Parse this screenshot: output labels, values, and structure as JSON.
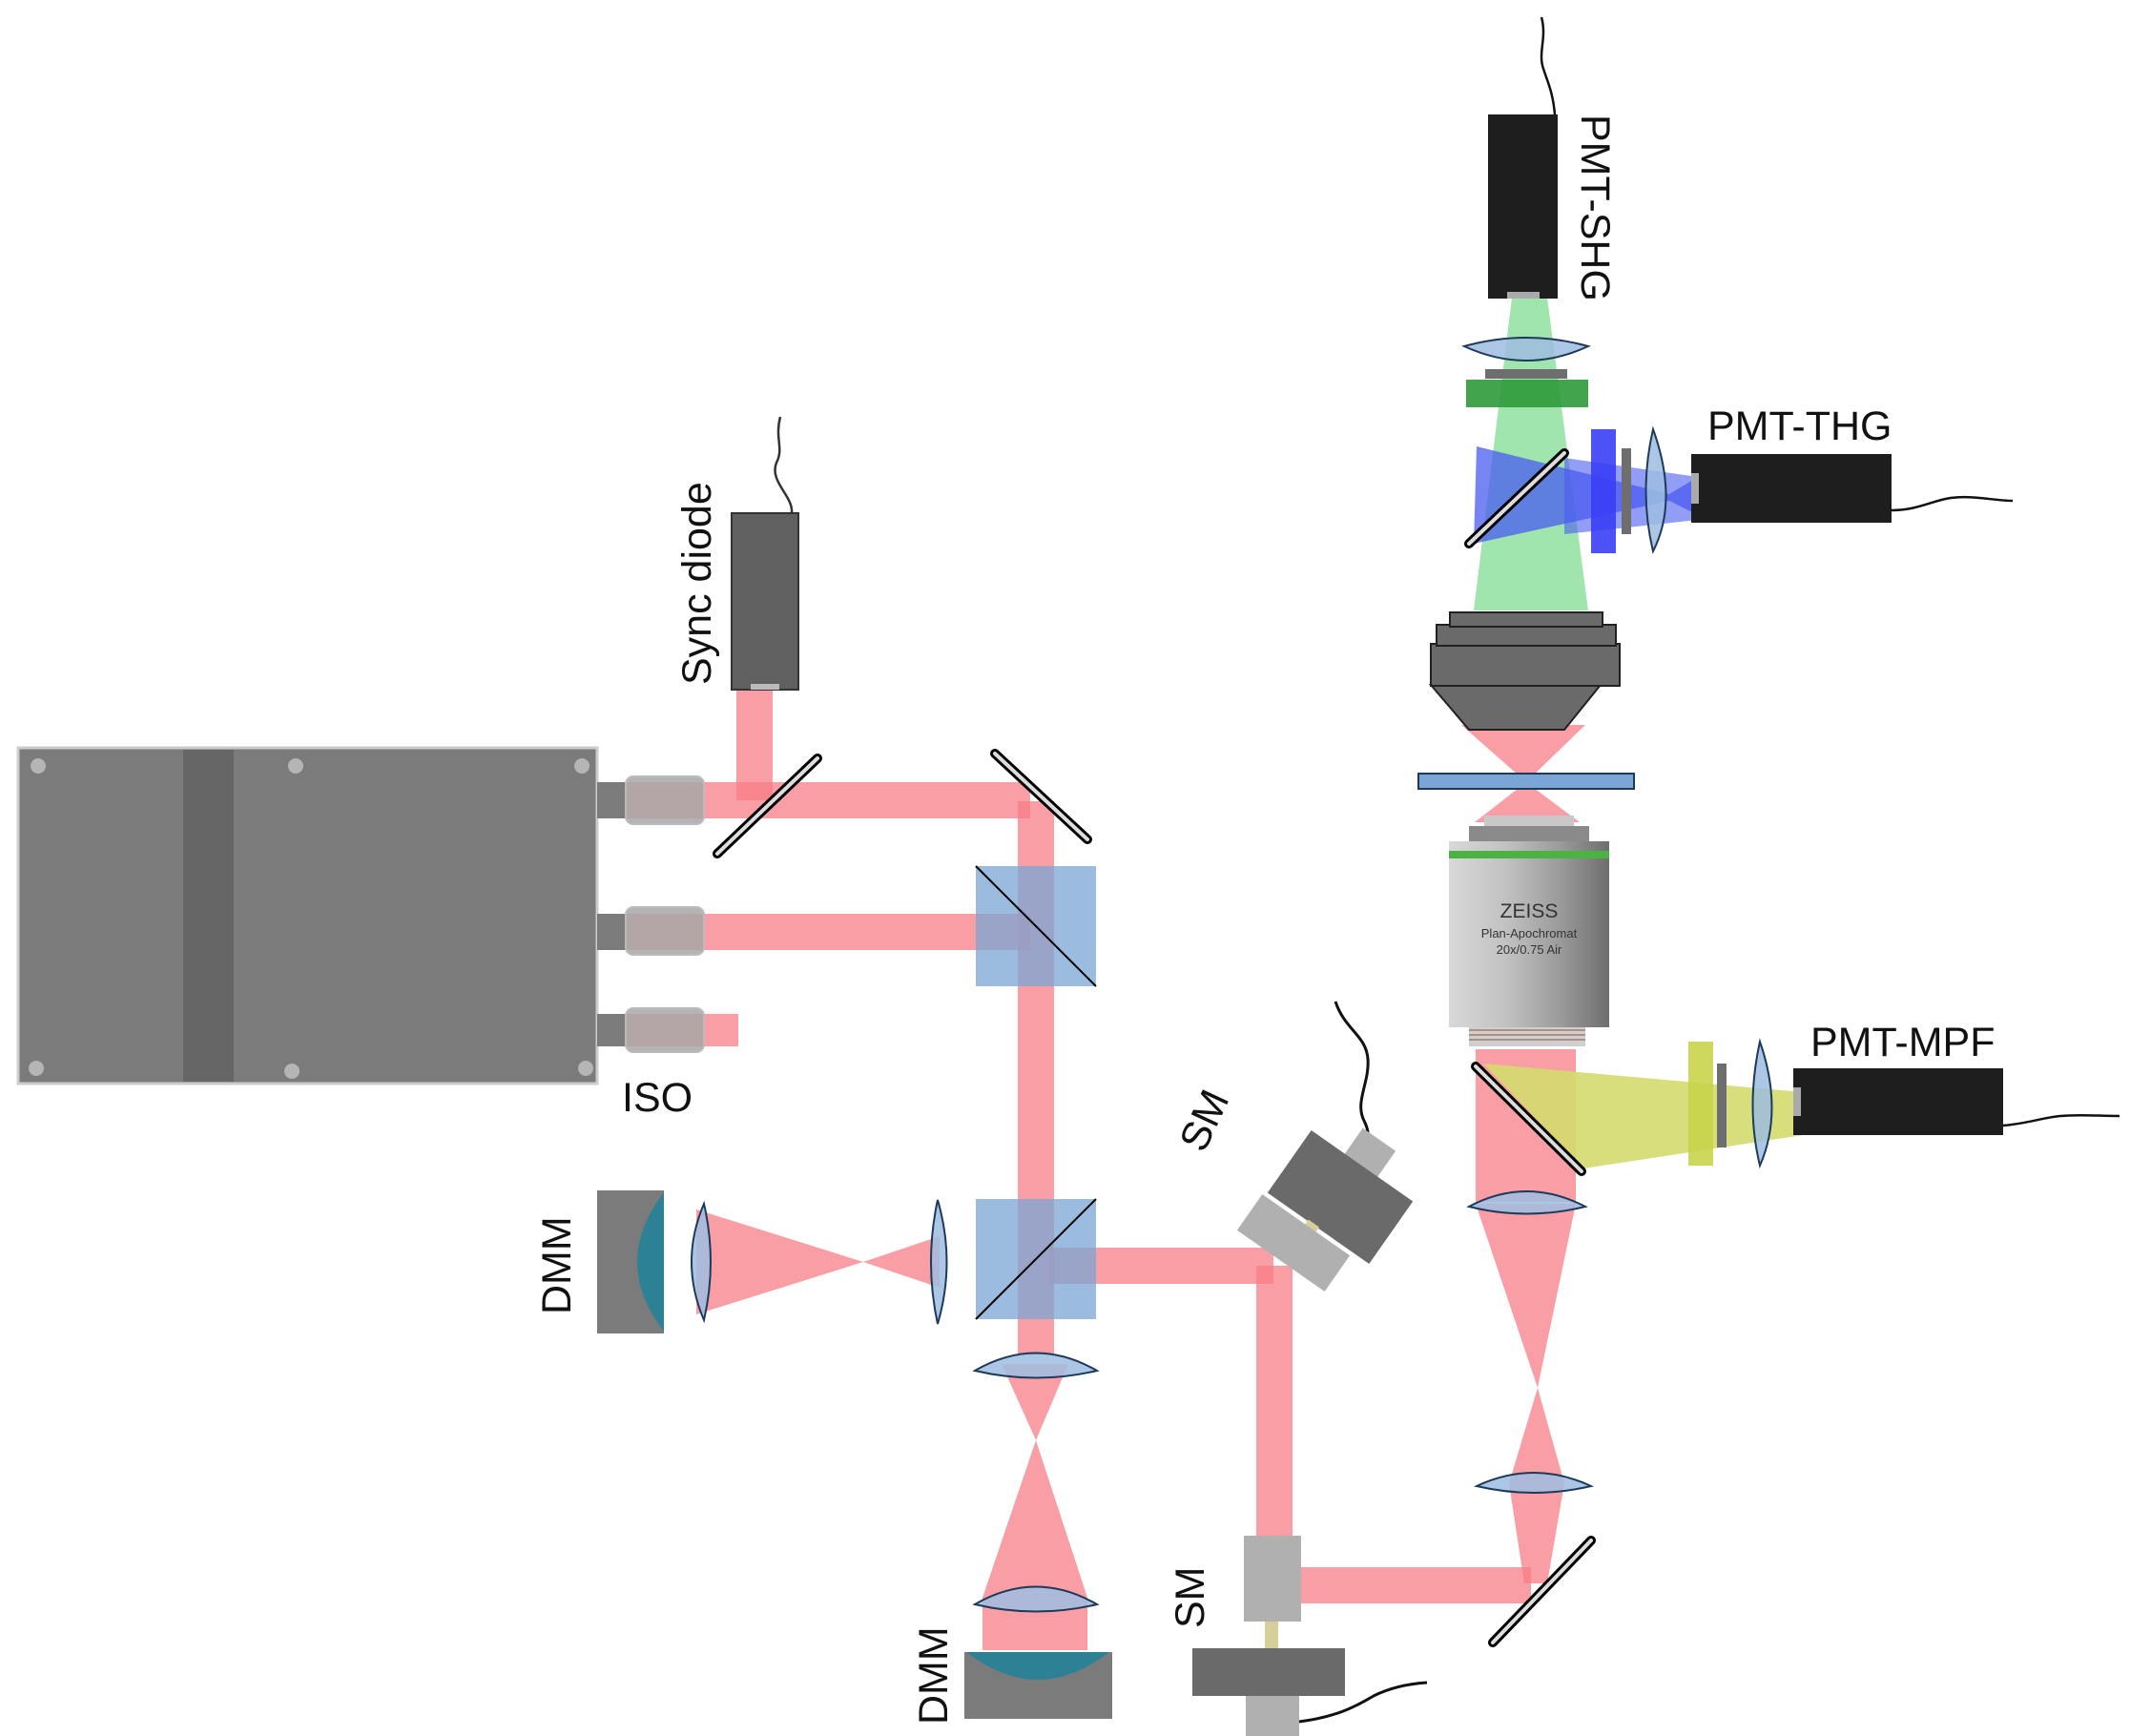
{
  "labels": {
    "pmt_shg": "PMT-SHG",
    "pmt_thg": "PMT-THG",
    "pmt_mpf": "PMT-MPF",
    "sync_diode": "Sync diode",
    "iso": "ISO",
    "dmm_left": "DMM",
    "dmm_bottom": "DMM",
    "sm_upper": "SM",
    "sm_lower": "SM"
  },
  "objective": {
    "brand": "ZEISS",
    "model": "Plan-Apochromat",
    "spec": "20x/0.75 Air"
  },
  "colors": {
    "laser_beam": "#f87d87",
    "shg_beam": "#8fe0a0",
    "thg_beam": "#4a5cf0",
    "mpf_beam": "#d4da6e",
    "lens": "#9dbde0",
    "cube": "#7aa5d4",
    "dmm_mirror": "#2c8294",
    "detector": "#1e1e1e",
    "laser_housing": "#7b7b7b"
  }
}
